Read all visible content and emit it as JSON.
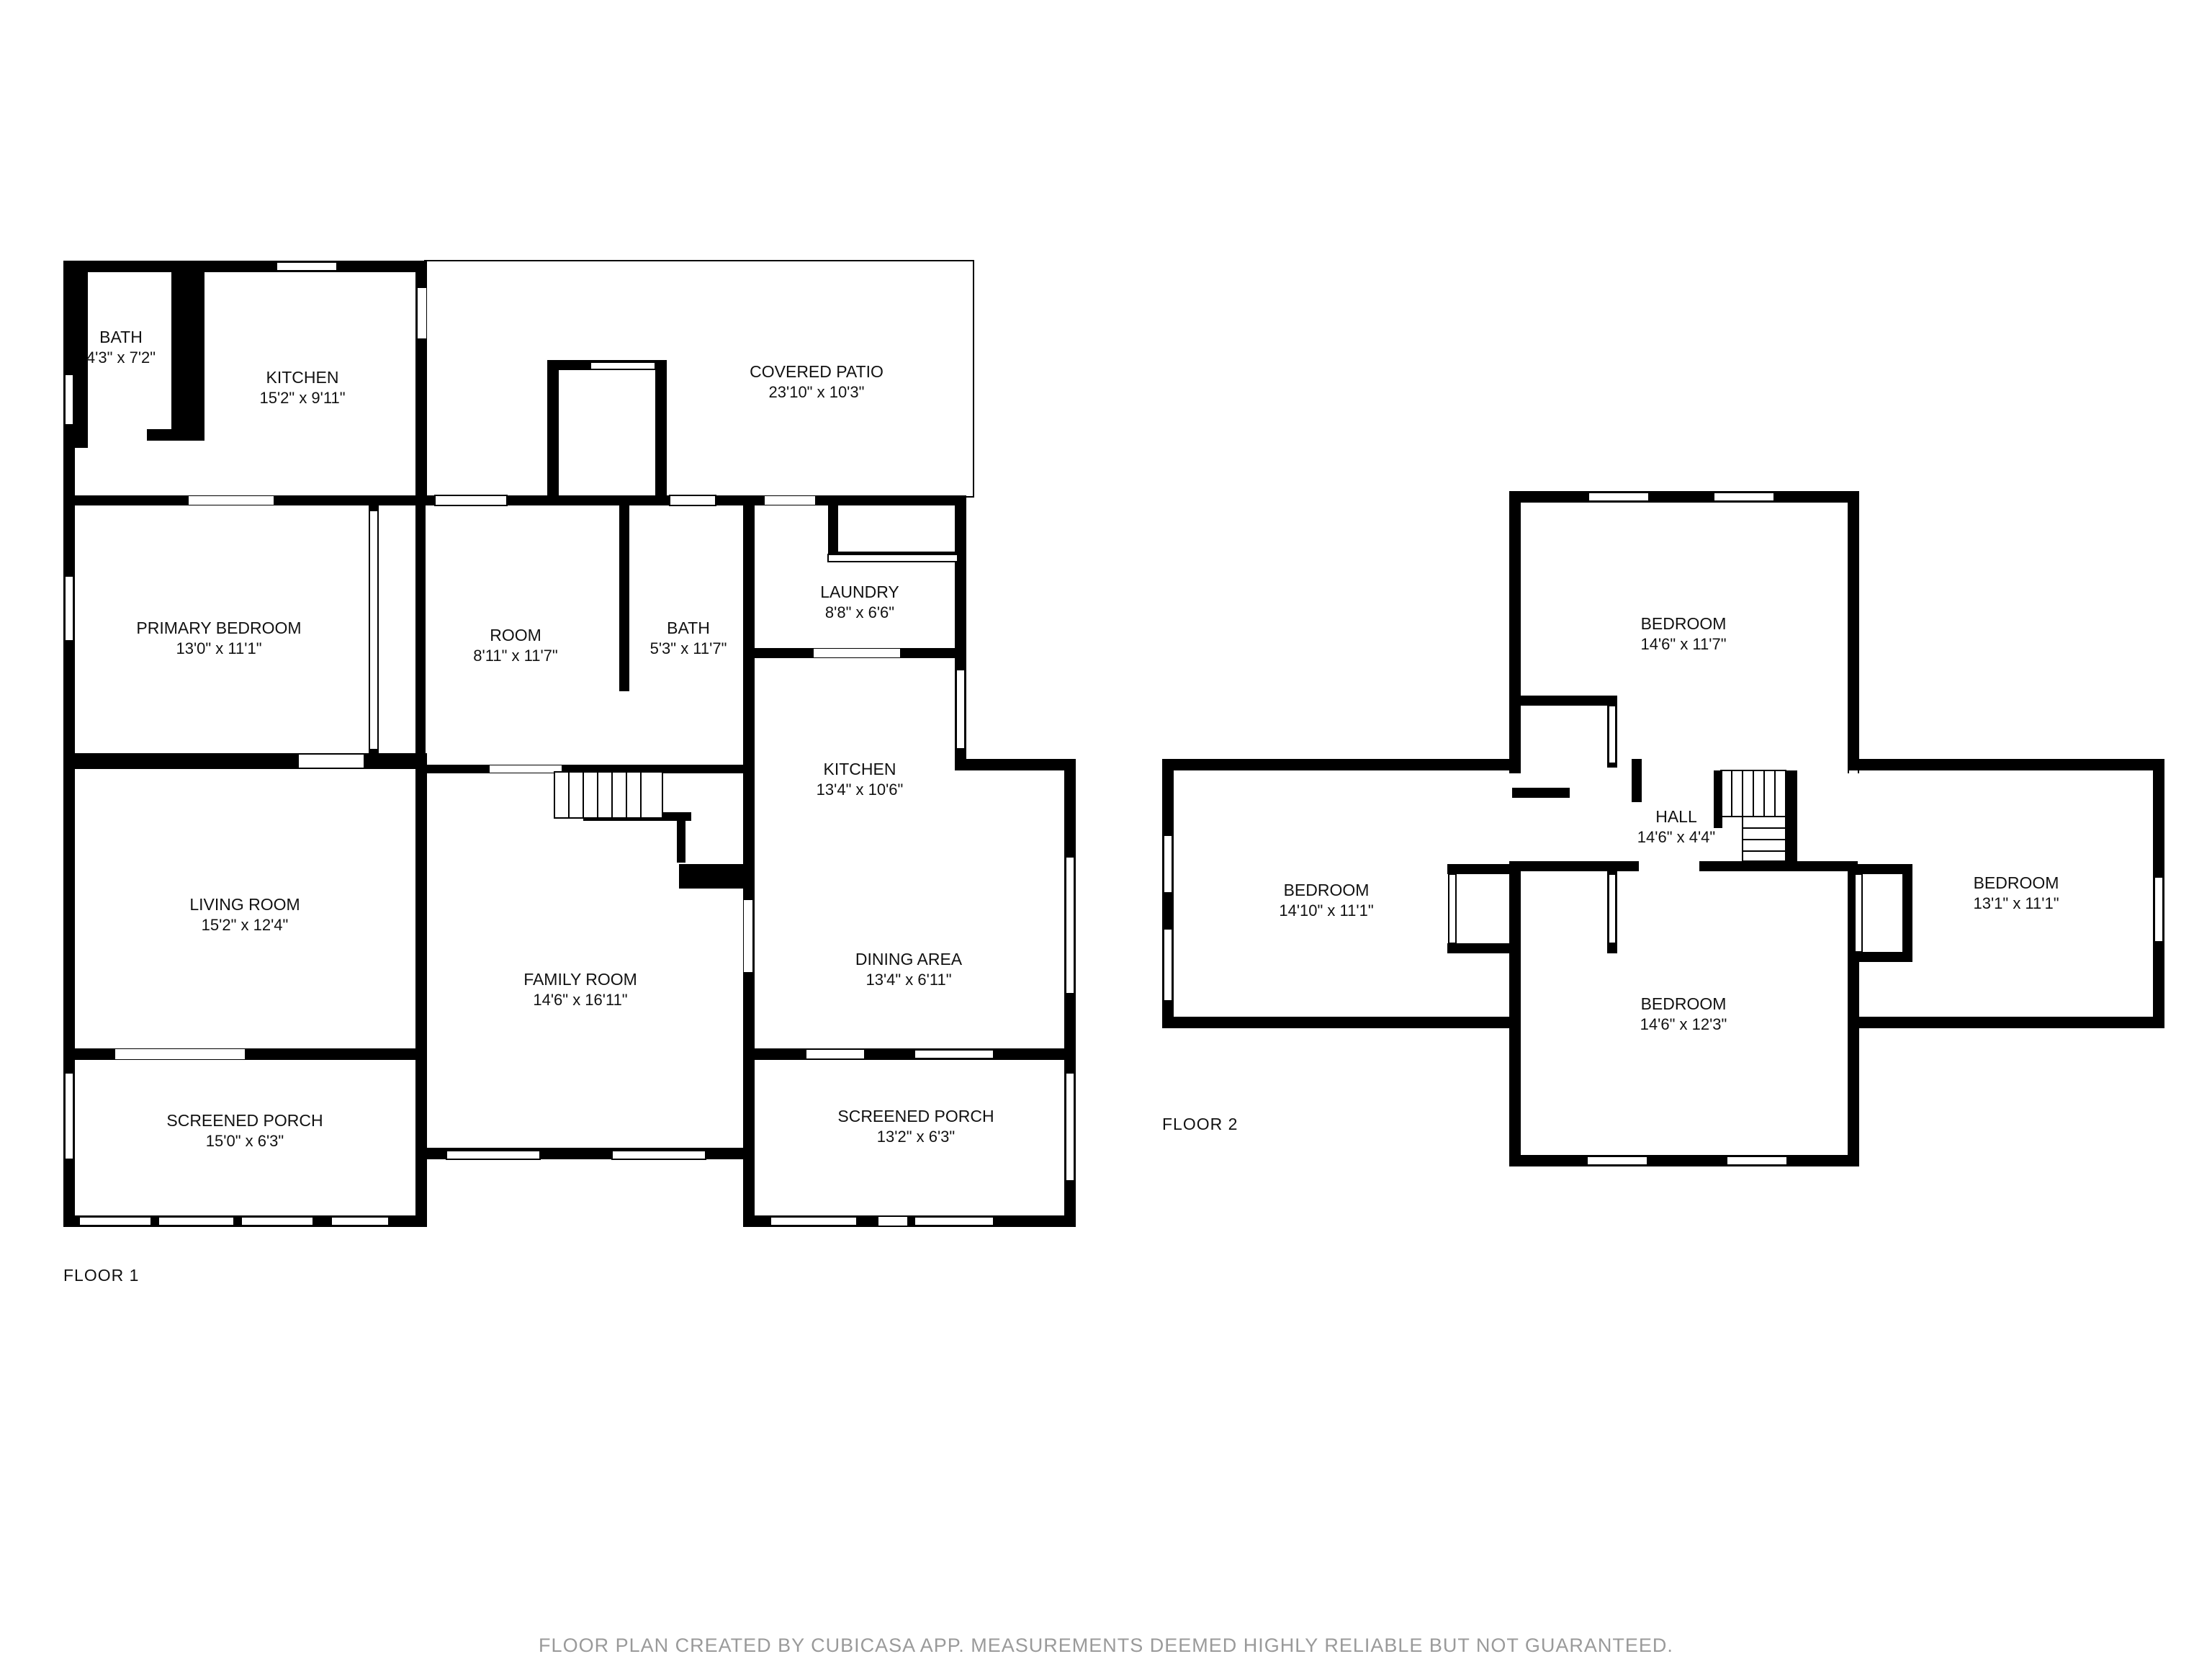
{
  "floors": [
    {
      "name": "FLOOR 1",
      "rooms": [
        {
          "id": "bath-small",
          "name": "BATH",
          "dims": "4'3\" x 7'2\""
        },
        {
          "id": "kitchen-upper",
          "name": "KITCHEN",
          "dims": "15'2\" x 9'11\""
        },
        {
          "id": "covered-patio",
          "name": "COVERED PATIO",
          "dims": "23'10\" x 10'3\""
        },
        {
          "id": "primary-bedroom",
          "name": "PRIMARY BEDROOM",
          "dims": "13'0\" x 11'1\""
        },
        {
          "id": "room",
          "name": "ROOM",
          "dims": "8'11\" x 11'7\""
        },
        {
          "id": "bath-mid",
          "name": "BATH",
          "dims": "5'3\" x 11'7\""
        },
        {
          "id": "laundry",
          "name": "LAUNDRY",
          "dims": "8'8\" x 6'6\""
        },
        {
          "id": "kitchen-lower",
          "name": "KITCHEN",
          "dims": "13'4\" x 10'6\""
        },
        {
          "id": "living-room",
          "name": "LIVING ROOM",
          "dims": "15'2\" x 12'4\""
        },
        {
          "id": "family-room",
          "name": "FAMILY ROOM",
          "dims": "14'6\" x 16'11\""
        },
        {
          "id": "dining-area",
          "name": "DINING AREA",
          "dims": "13'4\" x 6'11\""
        },
        {
          "id": "screened-porch-left",
          "name": "SCREENED PORCH",
          "dims": "15'0\" x 6'3\""
        },
        {
          "id": "screened-porch-right",
          "name": "SCREENED PORCH",
          "dims": "13'2\" x 6'3\""
        }
      ]
    },
    {
      "name": "FLOOR 2",
      "rooms": [
        {
          "id": "bedroom-top",
          "name": "BEDROOM",
          "dims": "14'6\" x 11'7\""
        },
        {
          "id": "bedroom-left",
          "name": "BEDROOM",
          "dims": "14'10\" x 11'1\""
        },
        {
          "id": "hall",
          "name": "HALL",
          "dims": "14'6\" x 4'4\""
        },
        {
          "id": "bedroom-right",
          "name": "BEDROOM",
          "dims": "13'1\" x 11'1\""
        },
        {
          "id": "bedroom-bottom",
          "name": "BEDROOM",
          "dims": "14'6\" x 12'3\""
        }
      ]
    }
  ],
  "footer": "FLOOR PLAN CREATED BY CUBICASA APP. MEASUREMENTS DEEMED HIGHLY RELIABLE BUT NOT GUARANTEED.",
  "colors": {
    "wall": "#000000",
    "window": "#ffffff",
    "footer_text": "#9a9a9a"
  }
}
